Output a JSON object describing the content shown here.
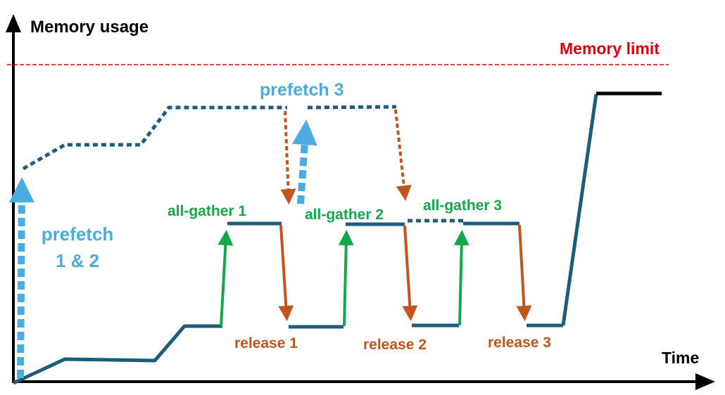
{
  "axes": {
    "y_label": "Memory usage",
    "x_label": "Time"
  },
  "memory_limit": {
    "label": "Memory limit",
    "color": "#e0000f"
  },
  "prefetch": {
    "label_12_line1": "prefetch",
    "label_12_line2": "1 & 2",
    "label_3": "prefetch 3",
    "color": "#4aace0"
  },
  "all_gather": {
    "labels": [
      "all-gather 1",
      "all-gather 2",
      "all-gather 3"
    ],
    "color": "#12a84b"
  },
  "release": {
    "labels": [
      "release 1",
      "release 2",
      "release 3"
    ],
    "color": "#c2541d"
  },
  "colors": {
    "memory_line": "#1d5d7c",
    "axis": "#000000",
    "peak": "#000000"
  }
}
